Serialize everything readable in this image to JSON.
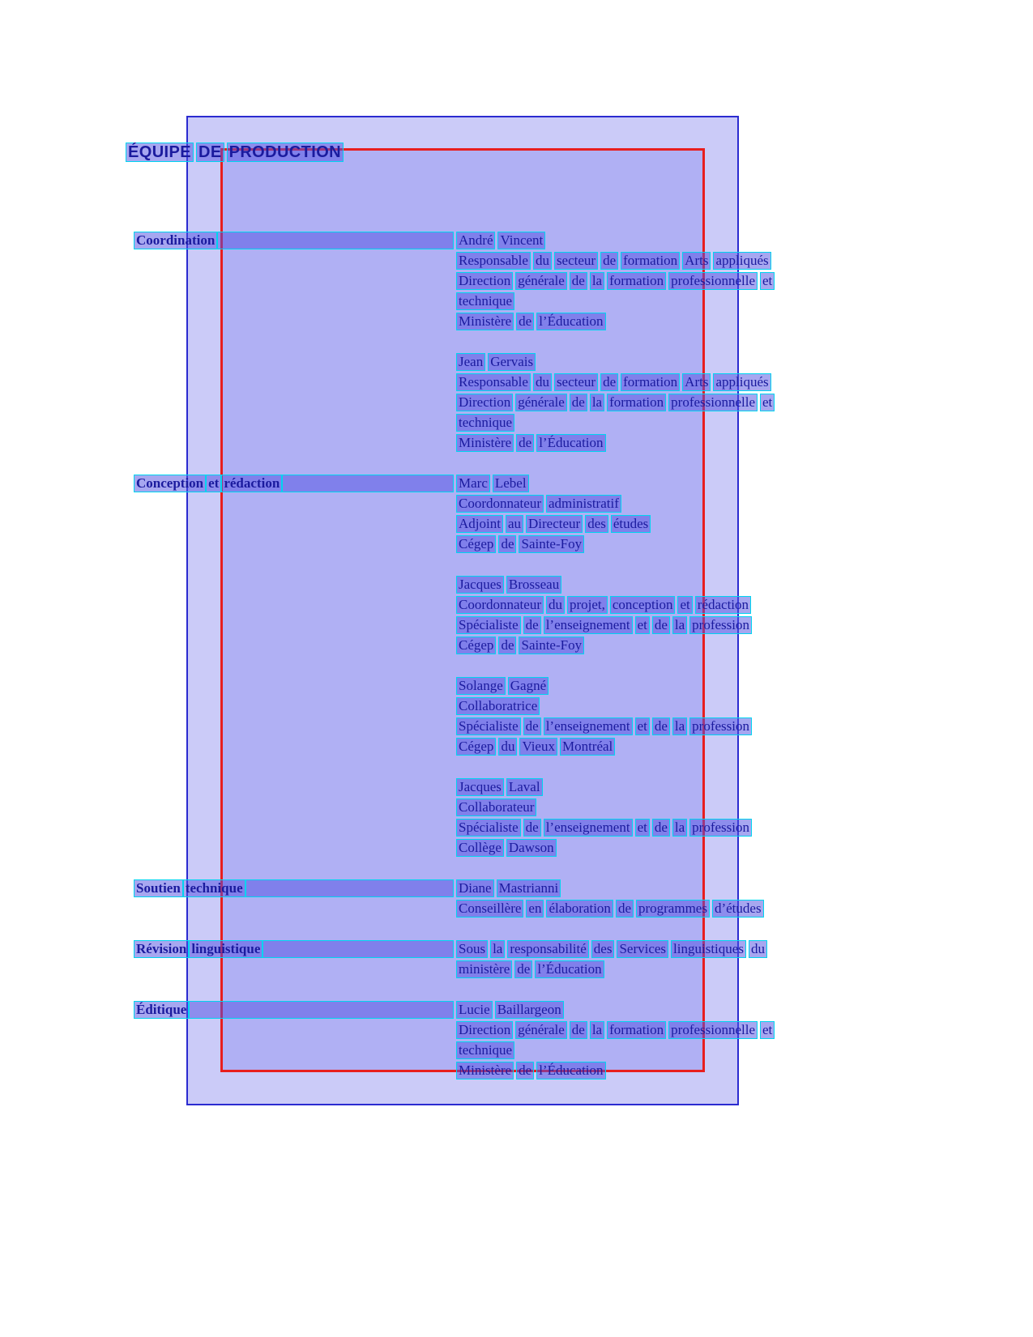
{
  "title": "ÉQUIPE DE PRODUCTION",
  "sections": [
    {
      "label": "Coordination",
      "entries": [
        [
          "André Vincent",
          "Responsable du secteur de formation Arts appliqués",
          "Direction générale de la formation professionnelle et",
          "technique",
          "Ministère de l’Éducation"
        ],
        [
          "Jean Gervais",
          "Responsable du secteur de formation Arts appliqués",
          "Direction générale de la formation professionnelle et",
          "technique",
          "Ministère de l’Éducation"
        ]
      ]
    },
    {
      "label": "Conception et rédaction",
      "entries": [
        [
          "Marc Lebel",
          "Coordonnateur administratif",
          "Adjoint au Directeur des études",
          "Cégep de Sainte-Foy"
        ],
        [
          "Jacques Brosseau",
          "Coordonnateur du projet, conception et rédaction",
          "Spécialiste de l’enseignement et de la profession",
          "Cégep de Sainte-Foy"
        ],
        [
          "Solange Gagné",
          "Collaboratrice",
          "Spécialiste de l’enseignement et de la profession",
          "Cégep du Vieux Montréal"
        ],
        [
          "Jacques Laval",
          "Collaborateur",
          "Spécialiste de l’enseignement et de la profession",
          "Collège Dawson"
        ]
      ]
    },
    {
      "label": "Soutien technique",
      "entries": [
        [
          "Diane Mastrianni",
          "Conseillère en élaboration de programmes d’études"
        ]
      ]
    },
    {
      "label": "Révision linguistique",
      "entries": [
        [
          "Sous la responsabilité des Services linguistiques du",
          "ministère de l’Éducation"
        ]
      ]
    },
    {
      "label": "Éditique",
      "entries": [
        [
          "Lucie Baillargeon",
          "Direction générale de la formation professionnelle et",
          "technique",
          "Ministère de l’Éducation"
        ]
      ]
    }
  ],
  "colors": {
    "page_bg": "#ffffff",
    "block_fill": "rgba(140,140,240,0.45)",
    "block_border": "#2b2bd0",
    "region_fill": "rgba(120,120,235,0.32)",
    "region_border": "#e81e1e",
    "word_fill": "rgba(80,80,225,0.50)",
    "word_border": "#00d4f0",
    "text_color": "#1b1b9e"
  }
}
